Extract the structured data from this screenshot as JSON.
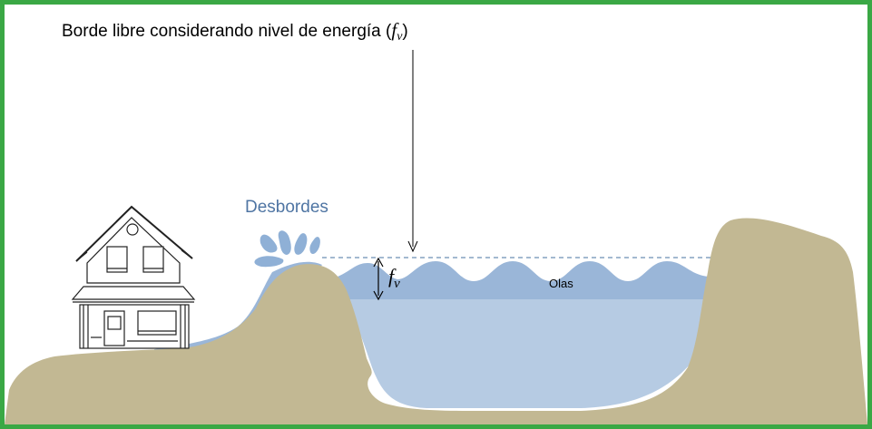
{
  "title": {
    "text": "Borde libre considerando nivel de energía (",
    "symbol_f": "f",
    "symbol_sub": "v",
    "close": ")"
  },
  "overflow_label": "Desbordes",
  "waves_label": "Olas",
  "freeboard_symbol": {
    "f": "f",
    "sub": "v"
  },
  "colors": {
    "frame": "#3aa845",
    "ground": "#c2b893",
    "water_light": "#b6cbe3",
    "water_dark": "#9ab6d8",
    "splash": "#8fb0d6",
    "dashed_line": "#6c8fb5",
    "desbordes_text": "#4f75a3"
  }
}
